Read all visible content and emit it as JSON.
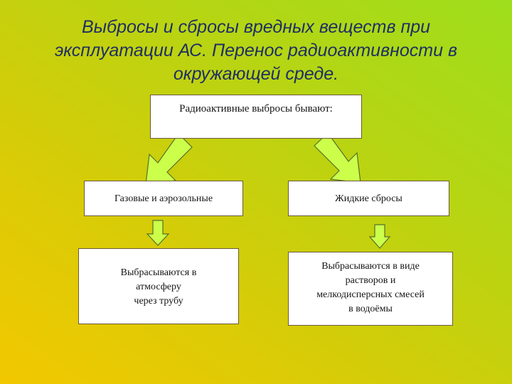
{
  "slide": {
    "title_lines": [
      "Выбросы и сбросы вредных веществ при",
      "эксплуатации АС. Перенос радиоактивности в",
      "окружающей среде."
    ]
  },
  "diagram": {
    "root": "Радиоактивные выбросы бывают:",
    "left": {
      "label": "Газовые и аэрозольные",
      "detail_lines": [
        "Выбрасываются в",
        "атмосферу",
        "через трубу"
      ]
    },
    "right": {
      "label": "Жидкие сбросы",
      "detail_lines": [
        "Выбрасываются в виде",
        "растворов и",
        "мелкодисперсных смесей",
        "в водоёмы"
      ]
    }
  },
  "colors": {
    "arrow_fill": "#ccff4a",
    "arrow_stroke": "#55702a",
    "title_color": "#1f2f63"
  }
}
